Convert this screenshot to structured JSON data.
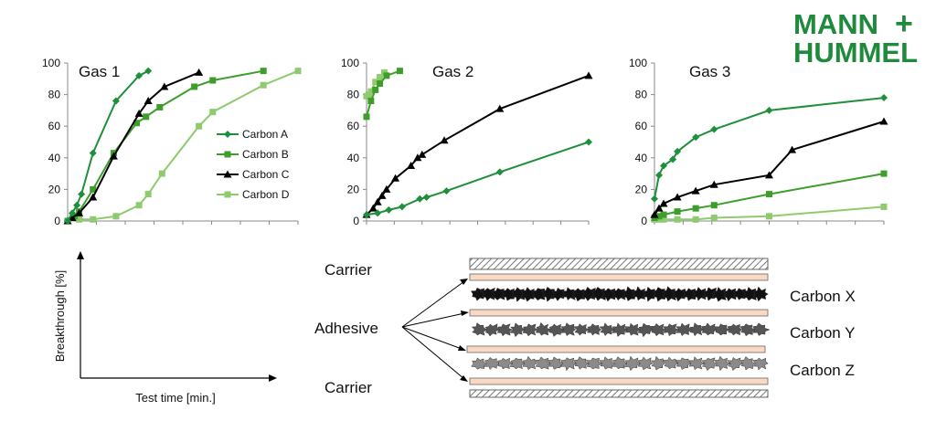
{
  "logo": {
    "line1": "MANN",
    "plus": "+",
    "line2": "HUMMEL",
    "color": "#1f8a3b"
  },
  "colors": {
    "Carbon A": "#1e8f3a",
    "Carbon B": "#3e9e2b",
    "Carbon C": "#000000",
    "Carbon D": "#8fcb6e"
  },
  "legend": [
    "Carbon A",
    "Carbon B",
    "Carbon C",
    "Carbon D"
  ],
  "chart_data": [
    {
      "type": "line",
      "title": "Gas 1",
      "ylim": [
        0,
        100
      ],
      "yticks": [
        0,
        20,
        40,
        60,
        80,
        100
      ],
      "xlim": [
        0,
        100
      ],
      "series": [
        {
          "name": "Carbon A",
          "marker": "diamond",
          "points": [
            [
              0,
              0
            ],
            [
              2,
              5
            ],
            [
              4,
              10
            ],
            [
              6,
              17
            ],
            [
              11,
              43
            ],
            [
              21,
              76
            ],
            [
              31,
              92
            ],
            [
              35,
              95
            ]
          ]
        },
        {
          "name": "Carbon B",
          "marker": "square",
          "points": [
            [
              0,
              0
            ],
            [
              3,
              3
            ],
            [
              5,
              6
            ],
            [
              11,
              20
            ],
            [
              20,
              43
            ],
            [
              30,
              62
            ],
            [
              34,
              66
            ],
            [
              40,
              72
            ],
            [
              55,
              85
            ],
            [
              63,
              89
            ],
            [
              85,
              95
            ]
          ]
        },
        {
          "name": "Carbon C",
          "marker": "triangle",
          "points": [
            [
              0,
              0
            ],
            [
              2,
              2
            ],
            [
              5,
              5
            ],
            [
              11,
              15
            ],
            [
              20,
              41
            ],
            [
              31,
              68
            ],
            [
              35,
              76
            ],
            [
              42,
              85
            ],
            [
              57,
              94
            ]
          ]
        },
        {
          "name": "Carbon D",
          "marker": "square",
          "points": [
            [
              0,
              0
            ],
            [
              5,
              1
            ],
            [
              11,
              1
            ],
            [
              21,
              3
            ],
            [
              31,
              10
            ],
            [
              35,
              17
            ],
            [
              41,
              30
            ],
            [
              57,
              60
            ],
            [
              63,
              69
            ],
            [
              85,
              86
            ],
            [
              100,
              95
            ]
          ]
        }
      ],
      "legend_position": "center-right"
    },
    {
      "type": "line",
      "title": "Gas 2",
      "ylim": [
        0,
        100
      ],
      "yticks": [
        0,
        20,
        40,
        60,
        80,
        100
      ],
      "xlim": [
        0,
        100
      ],
      "series": [
        {
          "name": "Carbon A",
          "marker": "diamond",
          "points": [
            [
              0,
              4
            ],
            [
              5,
              5
            ],
            [
              10,
              7
            ],
            [
              16,
              9
            ],
            [
              24,
              14
            ],
            [
              27,
              15
            ],
            [
              36,
              19
            ],
            [
              60,
              31
            ],
            [
              100,
              50
            ]
          ]
        },
        {
          "name": "Carbon B",
          "marker": "square",
          "points": [
            [
              0,
              66
            ],
            [
              2,
              76
            ],
            [
              4,
              83
            ],
            [
              6,
              87
            ],
            [
              9,
              92
            ],
            [
              15,
              95
            ]
          ]
        },
        {
          "name": "Carbon C",
          "marker": "triangle",
          "points": [
            [
              0,
              4
            ],
            [
              3,
              8
            ],
            [
              5,
              12
            ],
            [
              7,
              16
            ],
            [
              9,
              20
            ],
            [
              13,
              27
            ],
            [
              20,
              35
            ],
            [
              23,
              40
            ],
            [
              25,
              42
            ],
            [
              35,
              51
            ],
            [
              60,
              71
            ],
            [
              100,
              92
            ]
          ]
        },
        {
          "name": "Carbon D",
          "marker": "square",
          "points": [
            [
              0,
              79
            ],
            [
              1,
              80
            ],
            [
              2,
              82
            ],
            [
              4,
              88
            ],
            [
              6,
              91
            ],
            [
              8,
              94
            ]
          ]
        }
      ]
    },
    {
      "type": "line",
      "title": "Gas 3",
      "ylim": [
        0,
        100
      ],
      "yticks": [
        0,
        20,
        40,
        60,
        80,
        100
      ],
      "xlim": [
        0,
        100
      ],
      "series": [
        {
          "name": "Carbon A",
          "marker": "diamond",
          "points": [
            [
              0,
              14
            ],
            [
              2,
              29
            ],
            [
              4,
              35
            ],
            [
              8,
              39
            ],
            [
              10,
              44
            ],
            [
              18,
              53
            ],
            [
              26,
              58
            ],
            [
              50,
              70
            ],
            [
              100,
              78
            ]
          ]
        },
        {
          "name": "Carbon B",
          "marker": "square",
          "points": [
            [
              0,
              2
            ],
            [
              2,
              3
            ],
            [
              4,
              4
            ],
            [
              10,
              6
            ],
            [
              18,
              8
            ],
            [
              26,
              10
            ],
            [
              50,
              17
            ],
            [
              100,
              30
            ]
          ]
        },
        {
          "name": "Carbon C",
          "marker": "triangle",
          "points": [
            [
              0,
              4
            ],
            [
              2,
              8
            ],
            [
              4,
              11
            ],
            [
              10,
              15
            ],
            [
              18,
              19
            ],
            [
              26,
              23
            ],
            [
              50,
              29
            ],
            [
              60,
              45
            ],
            [
              100,
              63
            ]
          ]
        },
        {
          "name": "Carbon D",
          "marker": "square",
          "points": [
            [
              0,
              1
            ],
            [
              2,
              1
            ],
            [
              4,
              1
            ],
            [
              10,
              1
            ],
            [
              18,
              1
            ],
            [
              26,
              2
            ],
            [
              50,
              3
            ],
            [
              100,
              9
            ]
          ]
        }
      ]
    }
  ],
  "schematic_axes": {
    "ylabel": "Breakthrough [%]",
    "xlabel": "Test time [min.]"
  },
  "diagram": {
    "carrier_top": "Carrier",
    "adhesive": "Adhesive",
    "carrier_bottom": "Carrier",
    "carbon_x": "Carbon X",
    "carbon_y": "Carbon Y",
    "carbon_z": "Carbon Z",
    "carbon_x_color": "#111111",
    "carbon_y_color": "#555555",
    "carbon_z_color": "#8a8a8a",
    "adhesive_color": "#f9d9c3"
  }
}
